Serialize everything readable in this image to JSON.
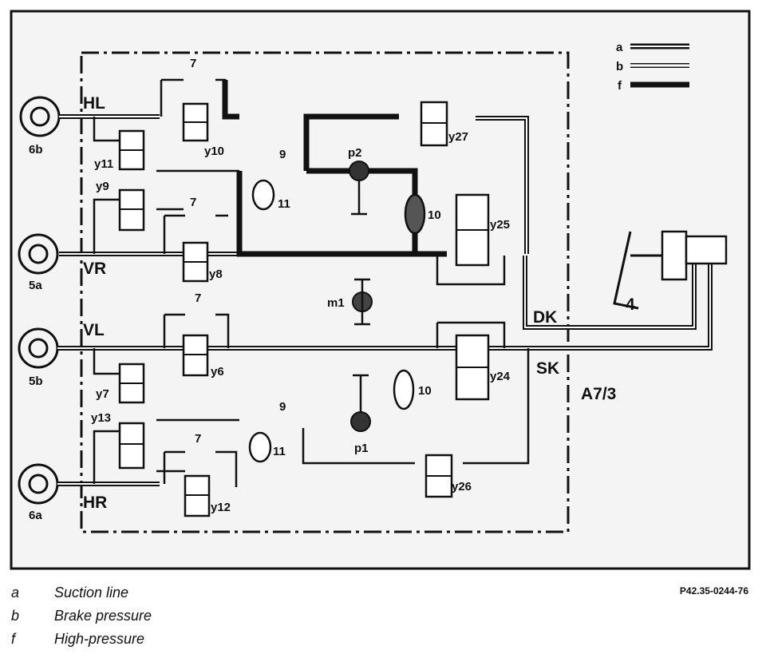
{
  "diagram": {
    "wheels": {
      "hl": "6b",
      "vr": "5a",
      "vl": "5b",
      "hr": "6a"
    },
    "circuits": {
      "hl": "HL",
      "vr": "VR",
      "vl": "VL",
      "hr": "HR",
      "dk": "DK",
      "sk": "SK"
    },
    "valves": {
      "y10": "y10",
      "y11": "y11",
      "y9": "y9",
      "y8": "y8",
      "y6": "y6",
      "y7": "y7",
      "y13": "y13",
      "y12": "y12",
      "y27": "y27",
      "y25": "y25",
      "y24": "y24",
      "y26": "y26"
    },
    "components": {
      "check_top": "7",
      "check_mid": "7",
      "check_vl": "7",
      "check_hr": "7",
      "restrictor_top": "9",
      "restrictor_bot": "9",
      "accum_top": "11",
      "accum_bot": "11",
      "damper_top": "10",
      "damper_bot": "10",
      "pump_top": "p2",
      "pump_bot": "p1",
      "motor": "m1",
      "master_cyl": "4",
      "unit": "A7/3"
    },
    "legend_keys": [
      "a",
      "b",
      "f"
    ]
  },
  "legend": [
    {
      "key": "a",
      "text": "Suction line"
    },
    {
      "key": "b",
      "text": "Brake pressure"
    },
    {
      "key": "f",
      "text": "High-pressure"
    }
  ],
  "figure_code": "P42.35-0244-76",
  "colors": {
    "line": "#111111",
    "background": "#ffffff",
    "panel": "#f4f4f4"
  }
}
